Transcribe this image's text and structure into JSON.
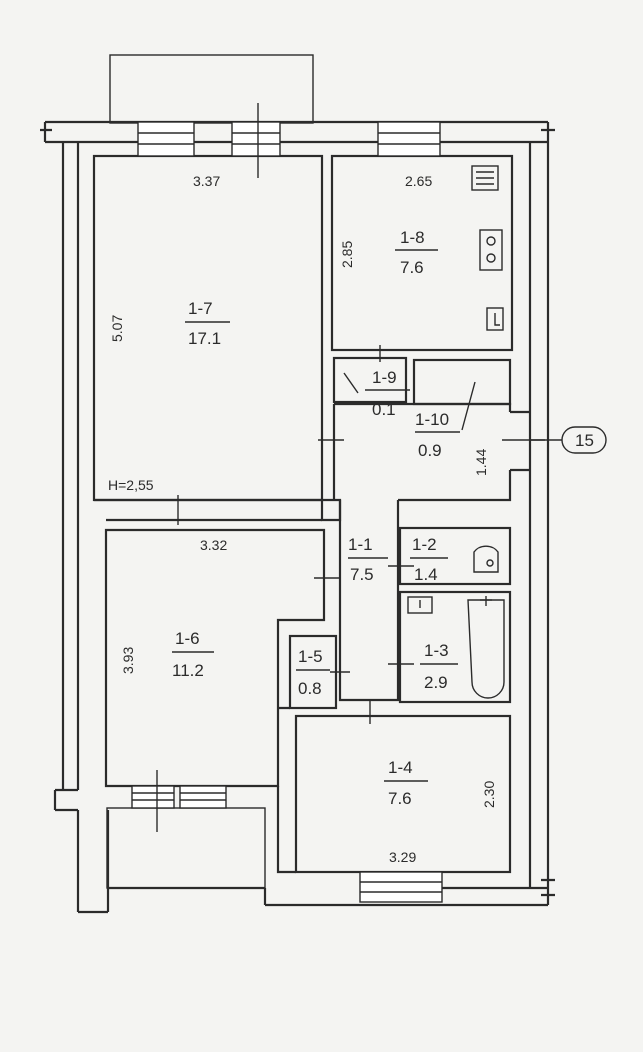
{
  "rooms": [
    {
      "id": "1-7",
      "area": "17.1"
    },
    {
      "id": "1-8",
      "area": "7.6"
    },
    {
      "id": "1-9",
      "area": "0.1"
    },
    {
      "id": "1-10",
      "area": "0.9"
    },
    {
      "id": "1-1",
      "area": "7.5"
    },
    {
      "id": "1-2",
      "area": "1.4"
    },
    {
      "id": "1-3",
      "area": "2.9"
    },
    {
      "id": "1-5",
      "area": "0.8"
    },
    {
      "id": "1-6",
      "area": "11.2"
    },
    {
      "id": "1-4",
      "area": "7.6"
    }
  ],
  "dimensions": {
    "d337": "3.37",
    "d507": "5.07",
    "d265": "2.65",
    "d285": "2.85",
    "d144": "1.44",
    "d332": "3.32",
    "d393": "3.93",
    "d230": "2.30",
    "d329": "3.29"
  },
  "ceiling_height": "H=2,55",
  "apartment_number": "15"
}
